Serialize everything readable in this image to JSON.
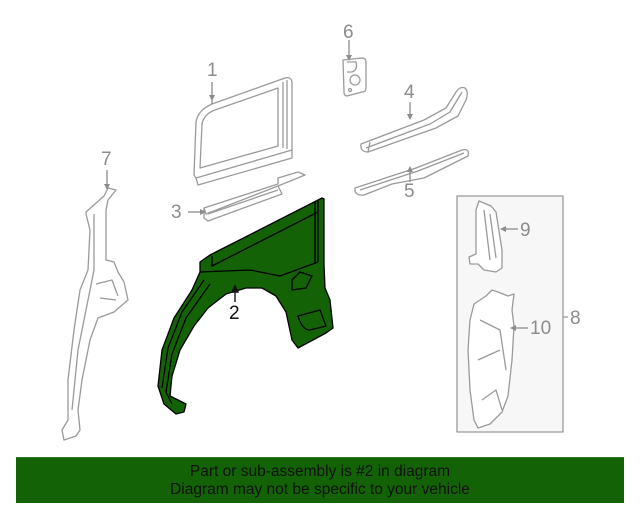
{
  "diagram": {
    "highlight_color": "#136306",
    "outline_color": "#9a9a9a",
    "callouts": [
      {
        "id": "1",
        "label": "1"
      },
      {
        "id": "2",
        "label": "2",
        "highlighted": true
      },
      {
        "id": "3",
        "label": "3"
      },
      {
        "id": "4",
        "label": "4"
      },
      {
        "id": "5",
        "label": "5"
      },
      {
        "id": "6",
        "label": "6"
      },
      {
        "id": "7",
        "label": "7"
      },
      {
        "id": "8",
        "label": "8"
      },
      {
        "id": "9",
        "label": "9"
      },
      {
        "id": "10",
        "label": "10"
      }
    ]
  },
  "banner": {
    "background": "#136306",
    "line1": "Part or sub-assembly is #2 in diagram",
    "line2": "Diagram may not be specific to your vehicle"
  }
}
